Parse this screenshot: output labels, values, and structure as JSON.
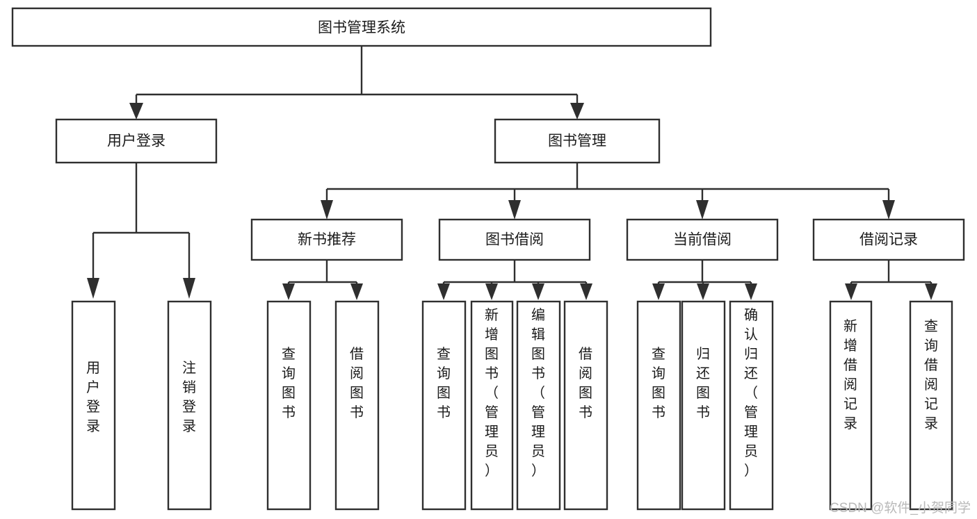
{
  "diagram": {
    "title": "图书管理系统",
    "type": "tree-hierarchy-chart",
    "orientation": "top-down",
    "style": {
      "box_fill": "#ffffff",
      "box_stroke": "#2f2f2f",
      "text_color": "#1b1b1b",
      "watermark_color": "#b9b9b9"
    }
  },
  "root": {
    "label": "图书管理系统"
  },
  "level2": [
    {
      "label": "用户登录"
    },
    {
      "label": "图书管理"
    }
  ],
  "level3": [
    {
      "label": "新书推荐"
    },
    {
      "label": "图书借阅"
    },
    {
      "label": "当前借阅"
    },
    {
      "label": "借阅记录"
    }
  ],
  "leaves": {
    "user_login": [
      {
        "label": "用户登录"
      },
      {
        "label": "注销登录"
      }
    ],
    "new_book_recommend": [
      {
        "label": "查询图书"
      },
      {
        "label": "借阅图书"
      }
    ],
    "book_borrow": [
      {
        "label": "查询图书"
      },
      {
        "label": "新增图书（管理员）"
      },
      {
        "label": "编辑图书（管理员）"
      },
      {
        "label": "借阅图书"
      }
    ],
    "current_borrow": [
      {
        "label": "查询图书"
      },
      {
        "label": "归还图书"
      },
      {
        "label": "确认归还（管理员）"
      }
    ],
    "borrow_record": [
      {
        "label": "新增借阅记录"
      },
      {
        "label": "查询借阅记录"
      }
    ]
  },
  "watermark": {
    "text": "CSDN @软件_小贺同学"
  }
}
